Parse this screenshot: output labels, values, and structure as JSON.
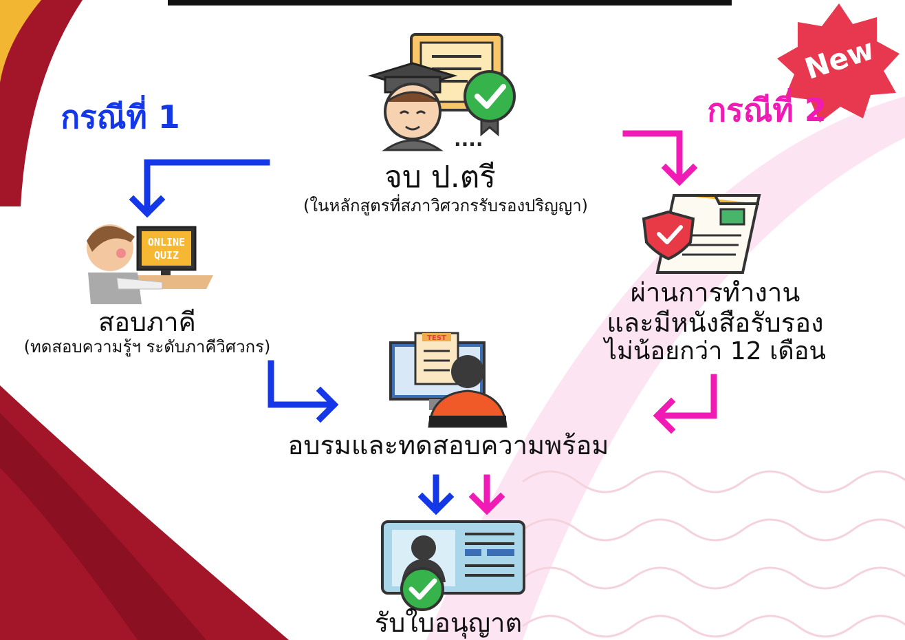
{
  "badge": {
    "text": "New"
  },
  "cases": {
    "case1": {
      "label": "กรณีที่ 1"
    },
    "case2": {
      "label": "กรณีที่ 2"
    }
  },
  "steps": {
    "graduate": {
      "title": "จบ ป.ตรี",
      "subtitle": "(ในหลักสูตรที่สภาวิศวกรรับรองปริญญา)"
    },
    "exam": {
      "title": "สอบภาคี",
      "subtitle": "(ทดสอบความรู้ฯ ระดับภาคีวิศวกร)",
      "screen_text_1": "ONLINE",
      "screen_text_2": "QUIZ"
    },
    "work": {
      "line1": "ผ่านการทำงาน",
      "line2": "และมีหนังสือรับรอง",
      "line3": "ไม่น้อยกว่า 12 เดือน"
    },
    "training": {
      "title": "อบรมและทดสอบความพร้อม",
      "clipboard_text": "TEST"
    },
    "license": {
      "title": "รับใบอนุญาต"
    }
  },
  "graduate_dots": "....",
  "colors": {
    "case1": "#1438e8",
    "case2": "#f01ab4",
    "maroon": "#a3162a",
    "gold": "#f2b632",
    "badge": "#e8384f"
  }
}
